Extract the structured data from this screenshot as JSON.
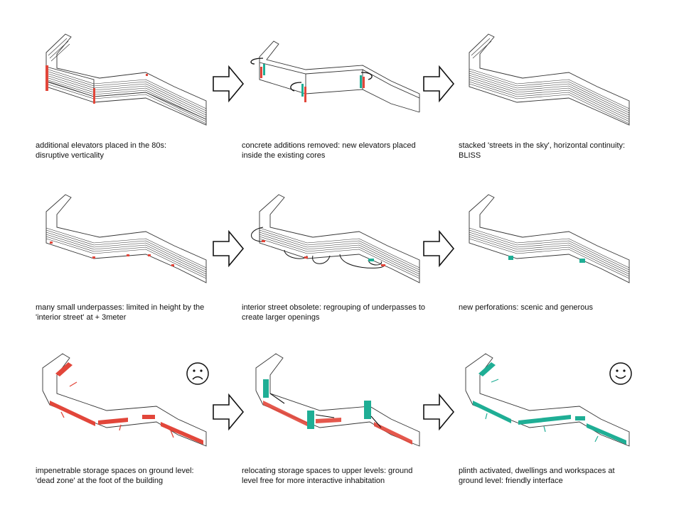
{
  "panels": [
    {
      "caption_line1": "additional elevators placed in the 80s:",
      "caption_line2": "disruptive verticality"
    },
    {
      "caption_line1": "concrete additions removed: new elevators placed",
      "caption_line2": "inside the existing cores"
    },
    {
      "caption_line1": "stacked 'streets in the sky', horizontal continuity:",
      "caption_line2": "BLISS"
    },
    {
      "caption_line1": "many small underpasses: limited in height by the",
      "caption_line2": "'interior street' at + 3meter"
    },
    {
      "caption_line1": "interior street obsolete: regrouping of underpasses to",
      "caption_line2": "create larger openings"
    },
    {
      "caption_line1": "new perforations: scenic and generous",
      "caption_line2": ""
    },
    {
      "caption_line1": "impenetrable storage spaces on ground level:",
      "caption_line2": "'dead zone' at the foot of the building"
    },
    {
      "caption_line1": "relocating storage spaces to upper levels: ground",
      "caption_line2": "level free for more interactive inhabitation"
    },
    {
      "caption_line1": "plinth activated, dwellings and workspaces at",
      "caption_line2": "ground level: friendly interface"
    }
  ],
  "faces": {
    "row3_left": "sad-face-icon",
    "row3_right": "happy-face-icon"
  },
  "colors": {
    "red": "#e2463a",
    "teal": "#1fae95",
    "line": "#333333",
    "arrow_fill": "#ffffff"
  }
}
